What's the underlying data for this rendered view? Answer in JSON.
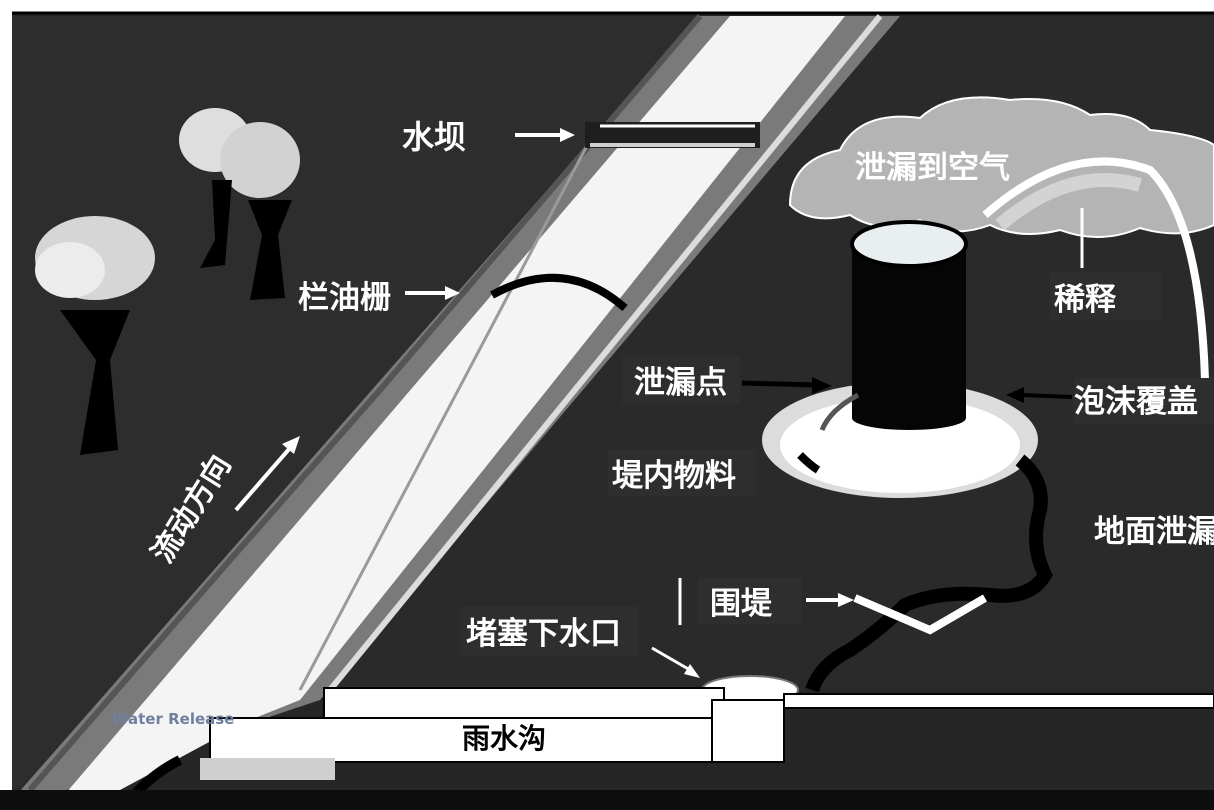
{
  "labels": {
    "dam": "水坝",
    "leak_to_air": "泄漏到空气",
    "boom": "栏油栅",
    "dilution": "稀释",
    "leak_point": "泄漏点",
    "foam_cover": "泡沫覆盖",
    "dike_material": "堤内物料",
    "ground_leak": "地面泄漏",
    "dike": "围堤",
    "plug_drain": "堵塞下水口",
    "storm_drain": "雨水沟",
    "flow_direction": "流动方向",
    "water_release": "Water Release"
  }
}
